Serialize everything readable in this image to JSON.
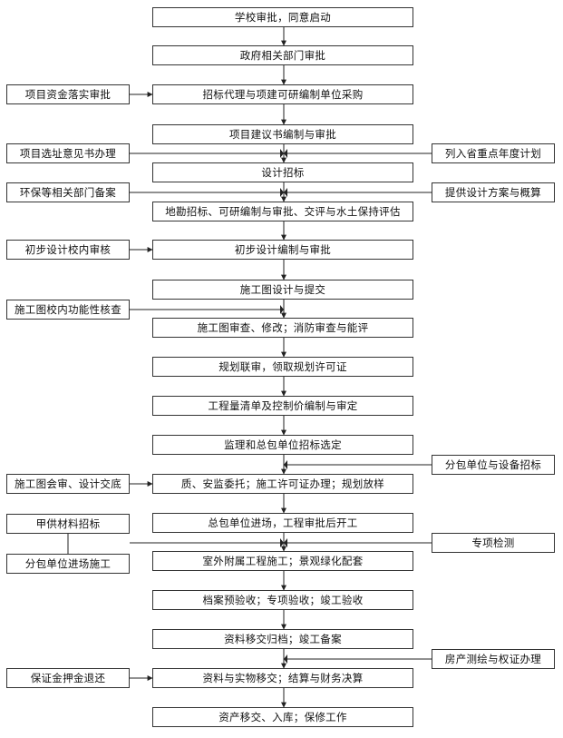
{
  "main_steps": [
    "学校审批，同意启动",
    "政府相关部门审批",
    "招标代理与项建可研编制单位采购",
    "项目建议书编制与审批",
    "设计招标",
    "地勘招标、可研编制与审批、交评与水土保持评估",
    "初步设计编制与审批",
    "施工图设计与提交",
    "施工图审查、修改；消防审查与能评",
    "规划联审，领取规划许可证",
    "工程量清单及控制价编制与审定",
    "监理和总包单位招标选定",
    "质、安监委托；施工许可证办理；规划放样",
    "总包单位进场，工程审批后开工",
    "室外附属工程施工；景观绿化配套",
    "档案预验收；专项验收；竣工验收",
    "资料移交归档；竣工备案",
    "资料与实物移交；结算与财务决算",
    "资产移交、入库；保修工作"
  ],
  "left_items": {
    "funding": "项目资金落实审批",
    "site": "项目选址意见书办理",
    "env": "环保等相关部门备案",
    "prelim_review": "初步设计校内审核",
    "func_check": "施工图校内功能性核查",
    "joint_review": "施工图会审、设计交底",
    "material": "甲供材料招标",
    "subcontract_enter": "分包单位进场施工",
    "deposit": "保证金押金退还"
  },
  "right_items": {
    "annual_plan": "列入省重点年度计划",
    "design_plan": "提供设计方案与概算",
    "sub_bidding": "分包单位与设备招标",
    "special_test": "专项检测",
    "property": "房产测绘与权证办理"
  }
}
